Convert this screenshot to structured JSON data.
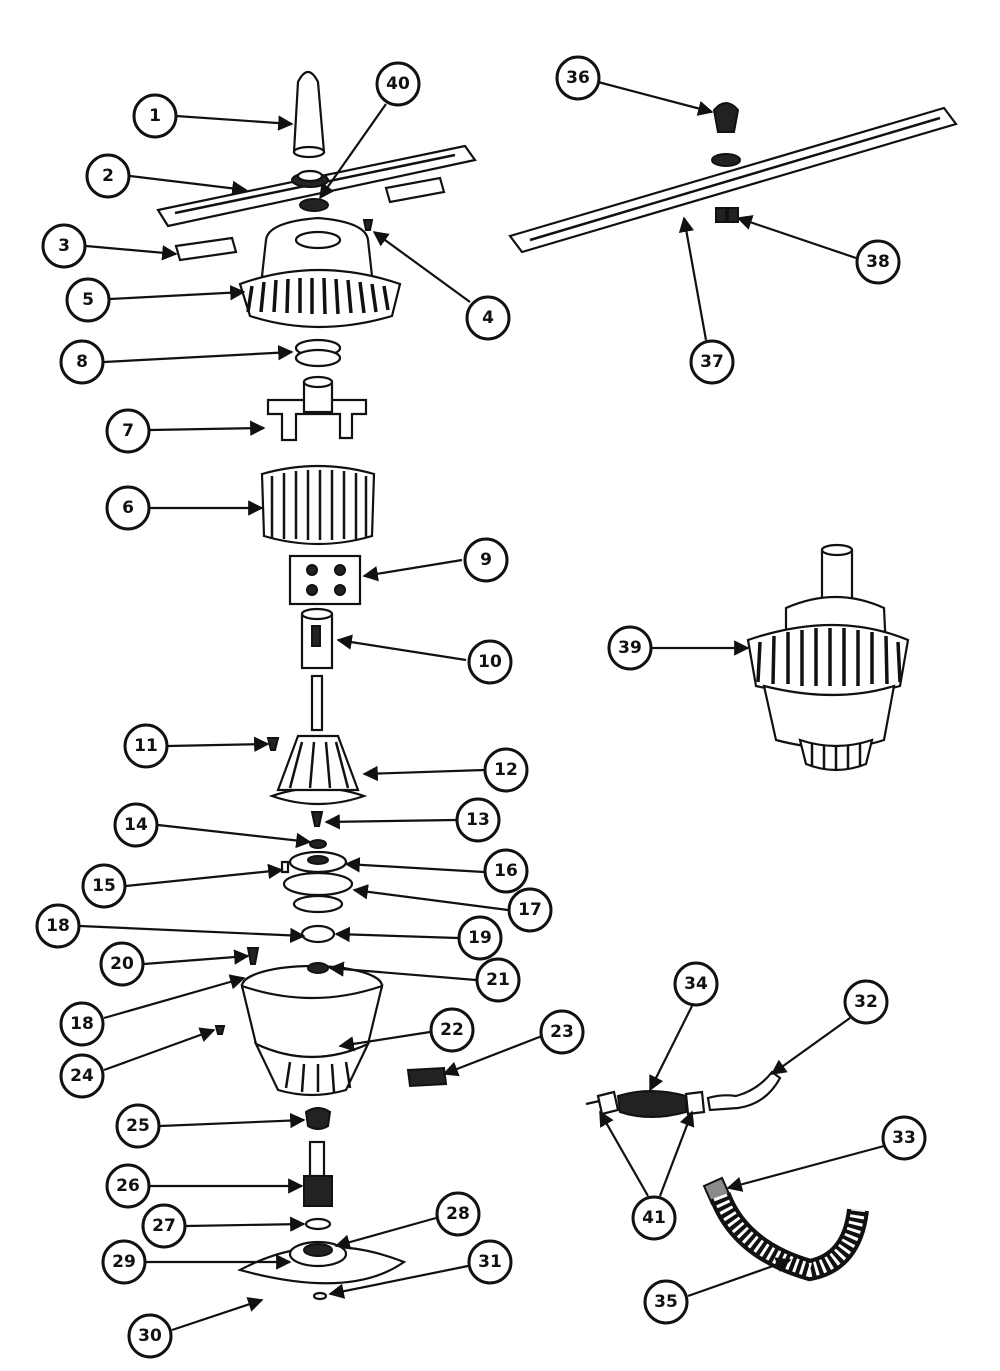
{
  "diagram": {
    "colors": {
      "ink": "#111111",
      "paper": "#ffffff",
      "shade": "#222222"
    },
    "callouts": [
      {
        "key": "c1",
        "label": "1"
      },
      {
        "key": "c2",
        "label": "2"
      },
      {
        "key": "c3",
        "label": "3"
      },
      {
        "key": "c4",
        "label": "4"
      },
      {
        "key": "c5",
        "label": "5"
      },
      {
        "key": "c8a",
        "label": "8"
      },
      {
        "key": "c7",
        "label": "7"
      },
      {
        "key": "c6",
        "label": "6"
      },
      {
        "key": "c9",
        "label": "9"
      },
      {
        "key": "c10",
        "label": "10"
      },
      {
        "key": "c11",
        "label": "11"
      },
      {
        "key": "c12",
        "label": "12"
      },
      {
        "key": "c13",
        "label": "13"
      },
      {
        "key": "c14",
        "label": "14"
      },
      {
        "key": "c15",
        "label": "15"
      },
      {
        "key": "c16",
        "label": "16"
      },
      {
        "key": "c17",
        "label": "17"
      },
      {
        "key": "c18a",
        "label": "18"
      },
      {
        "key": "c19",
        "label": "19"
      },
      {
        "key": "c20",
        "label": "20"
      },
      {
        "key": "c21",
        "label": "21"
      },
      {
        "key": "c18b",
        "label": "18"
      },
      {
        "key": "c22",
        "label": "22"
      },
      {
        "key": "c23",
        "label": "23"
      },
      {
        "key": "c24",
        "label": "24"
      },
      {
        "key": "c25",
        "label": "25"
      },
      {
        "key": "c26",
        "label": "26"
      },
      {
        "key": "c27",
        "label": "27"
      },
      {
        "key": "c28",
        "label": "28"
      },
      {
        "key": "c29",
        "label": "29"
      },
      {
        "key": "c30",
        "label": "30"
      },
      {
        "key": "c31",
        "label": "31"
      },
      {
        "key": "c40",
        "label": "40"
      },
      {
        "key": "c36",
        "label": "36"
      },
      {
        "key": "c38a",
        "label": "38"
      },
      {
        "key": "c37",
        "label": "37"
      },
      {
        "key": "c39",
        "label": "39"
      },
      {
        "key": "c34",
        "label": "34"
      },
      {
        "key": "c32",
        "label": "32"
      },
      {
        "key": "c33",
        "label": "33"
      },
      {
        "key": "c41",
        "label": "41"
      },
      {
        "key": "c35",
        "label": "35"
      }
    ]
  }
}
